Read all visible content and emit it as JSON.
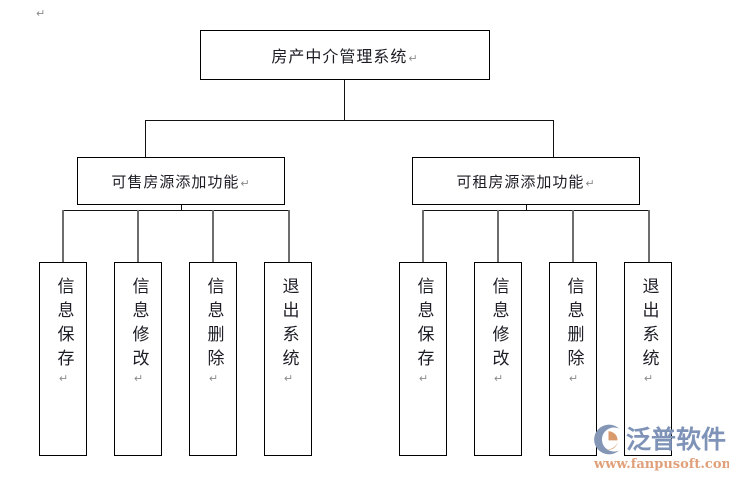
{
  "document": {
    "type": "organizational-hierarchy-diagram",
    "background_color": "#ffffff",
    "line_color": "#5a5a5a",
    "text_color": "#1d1d26",
    "page_pilcrow": "↵"
  },
  "diagram": {
    "root": {
      "label": "房产中介管理系统",
      "pilcrow": "↵"
    },
    "branches": [
      {
        "label": "可售房源添加功能",
        "pilcrow": "↵",
        "leaves": [
          {
            "label": "信息保存",
            "pilcrow": "↵"
          },
          {
            "label": "信息修改",
            "pilcrow": "↵"
          },
          {
            "label": "信息删除",
            "pilcrow": "↵"
          },
          {
            "label": "退出系统",
            "pilcrow": "↵"
          }
        ]
      },
      {
        "label": "可租房源添加功能",
        "pilcrow": "↵",
        "leaves": [
          {
            "label": "信息保存",
            "pilcrow": "↵"
          },
          {
            "label": "信息修改",
            "pilcrow": "↵"
          },
          {
            "label": "信息删除",
            "pilcrow": "↵"
          },
          {
            "label": "退出系统",
            "pilcrow": "↵"
          }
        ]
      }
    ]
  },
  "watermark": {
    "brand": "泛普软件",
    "url": "www.fanpusoft.com",
    "brand_color": "#7f93b8",
    "url_color": "#e0a07a",
    "logo_arc_color": "#8496b5",
    "logo_accent_color": "#d99a6c"
  }
}
